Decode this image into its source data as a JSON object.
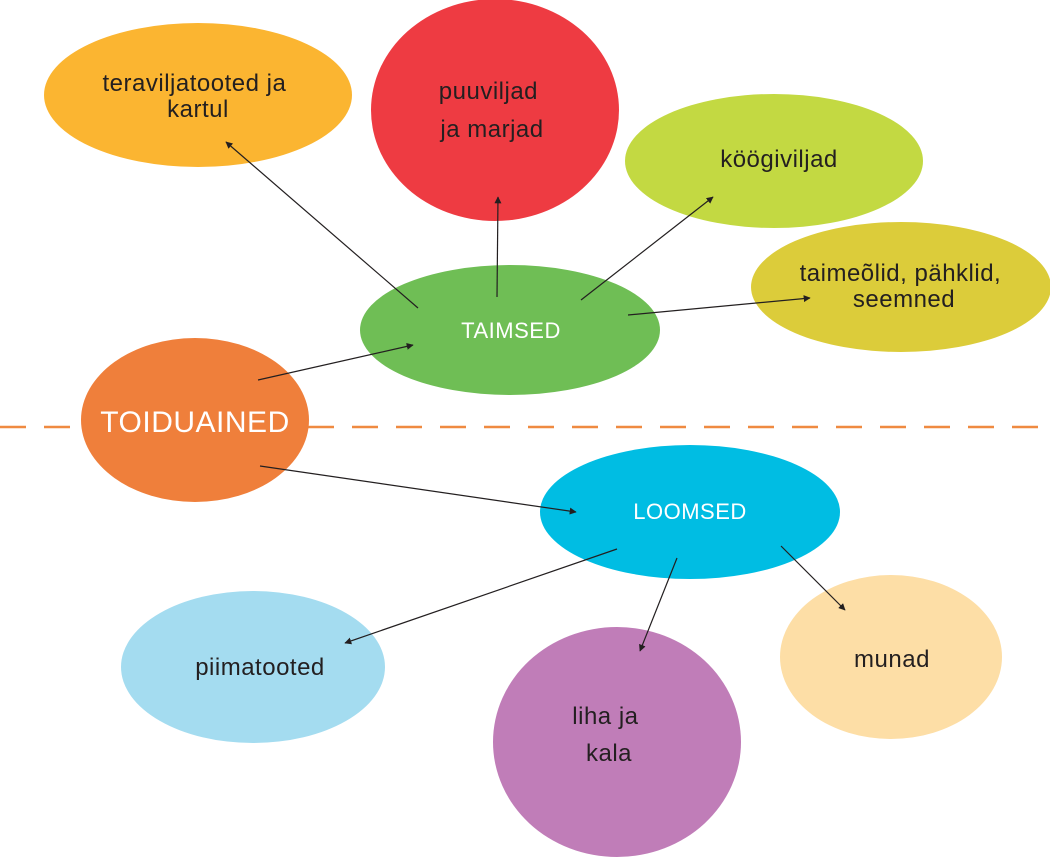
{
  "root": {
    "label": "TOIDUAINED",
    "color": "#ef7f3b"
  },
  "groups": {
    "taimsed": {
      "label": "TAIMSED",
      "color": "#6fbe55"
    },
    "loomsed": {
      "label": "LOOMSED",
      "color": "#00bde3"
    }
  },
  "plant_items": [
    {
      "lines": [
        "teraviljatooted ja",
        "kartul"
      ],
      "color": "#fbb531"
    },
    {
      "lines": [
        "puuviljad",
        "ja marjad"
      ],
      "color": "#ee3b42"
    },
    {
      "lines": [
        "köögiviljad"
      ],
      "color": "#c3d942"
    },
    {
      "lines": [
        "taimeõlid, pähklid,",
        "seemned"
      ],
      "color": "#dccc3a"
    }
  ],
  "animal_items": [
    {
      "lines": [
        "piimatooted"
      ],
      "color": "#a4dcf0"
    },
    {
      "lines": [
        "liha ja",
        "kala"
      ],
      "color": "#c07db8"
    },
    {
      "lines": [
        "munad"
      ],
      "color": "#fddea6"
    }
  ],
  "divider": {
    "color": "#ef8a41"
  },
  "arrow_color": "#231f20"
}
